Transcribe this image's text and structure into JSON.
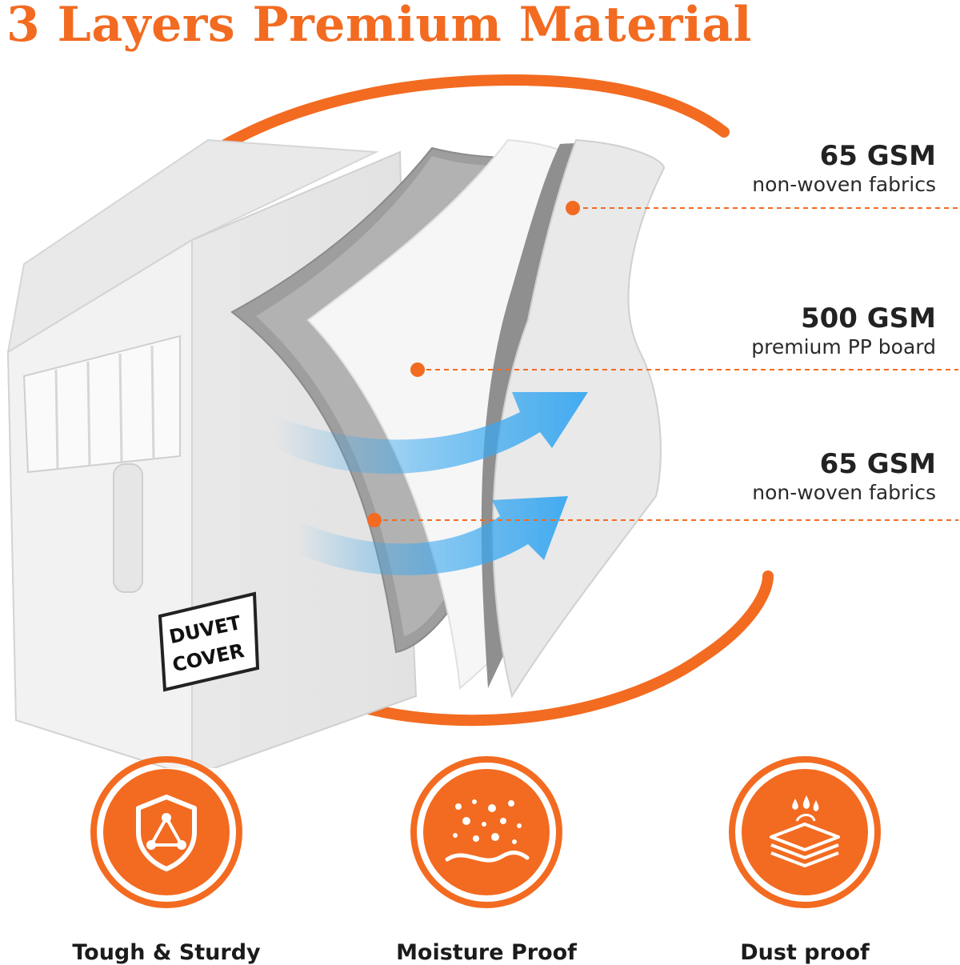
{
  "title": "3 Layers Premium Material",
  "label_box": {
    "line1": "DUVET",
    "line2": "COVER"
  },
  "layers": [
    {
      "gsm": "65 GSM",
      "desc": "non-woven fabrics"
    },
    {
      "gsm": "500 GSM",
      "desc": "premium PP board"
    },
    {
      "gsm": "65 GSM",
      "desc": "non-woven fabrics"
    }
  ],
  "features": [
    {
      "label": "Tough & Sturdy",
      "icon": "shield-icon"
    },
    {
      "label": "Moisture Proof",
      "icon": "moisture-icon"
    },
    {
      "label": "Dust proof",
      "icon": "layers-drops-icon"
    }
  ],
  "colors": {
    "accent": "#f26b21",
    "airflow": "#3aa8f0",
    "panel_gray": "#9a9a9a"
  }
}
